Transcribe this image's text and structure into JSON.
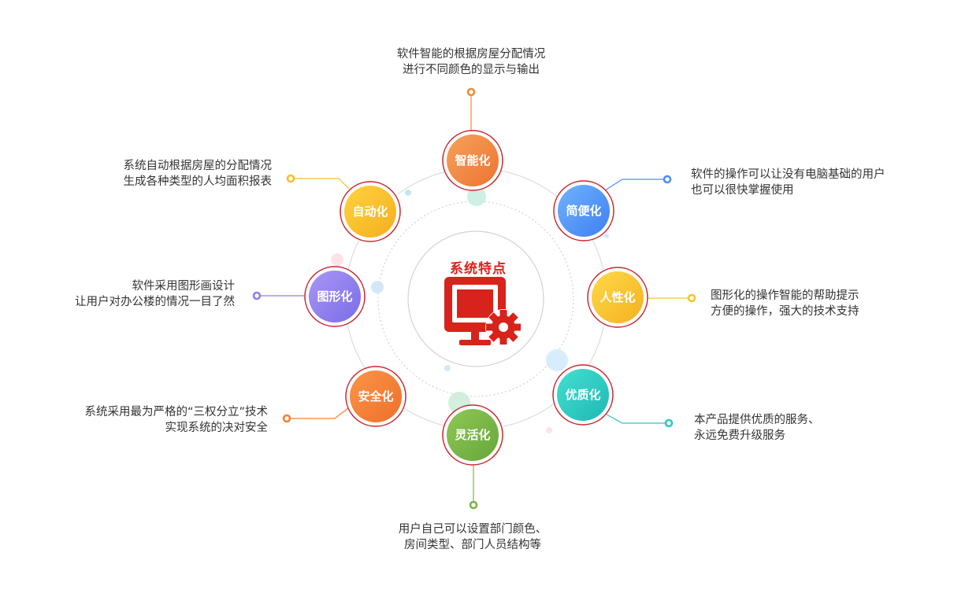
{
  "center": {
    "title": "系统特点",
    "icon": "computer-settings-icon",
    "color": "#d7231b"
  },
  "nodes": [
    {
      "id": "top",
      "label": "智能化",
      "color": "#f08a3c",
      "desc": [
        "软件智能的根据房屋分配情况",
        "进行不同颜色的显示与输出"
      ]
    },
    {
      "id": "upper-right",
      "label": "简便化",
      "color": "#4f8ef5",
      "desc": [
        "软件的操作可以让没有电脑基础的用户",
        "也可以很快掌握使用"
      ]
    },
    {
      "id": "right",
      "label": "人性化",
      "color": "#f9c431",
      "desc": [
        "图形化的操作智能的帮助提示",
        "方便的操作，强大的技术支持"
      ]
    },
    {
      "id": "lower-right",
      "label": "优质化",
      "color": "#2cc8c0",
      "desc": [
        "本产品提供优质的服务、",
        "永远免费升级服务"
      ]
    },
    {
      "id": "bottom",
      "label": "灵活化",
      "color": "#7ab648",
      "desc": [
        "用户自己可以设置部门颜色、",
        "房间类型、部门人员结构等"
      ]
    },
    {
      "id": "lower-left",
      "label": "安全化",
      "color": "#f5813a",
      "desc": [
        "系统采用最为严格的“三权分立”技术",
        "实现系统的决对安全"
      ]
    },
    {
      "id": "left",
      "label": "图形化",
      "color": "#8c80ec",
      "desc": [
        "软件采用图形画设计",
        "让用户对办公楼的情况一目了然"
      ]
    },
    {
      "id": "upper-left",
      "label": "自动化",
      "color": "#f8be2e",
      "desc": [
        "系统自动根据房屋的分配情况",
        "生成各种类型的人均面积报表"
      ]
    }
  ]
}
